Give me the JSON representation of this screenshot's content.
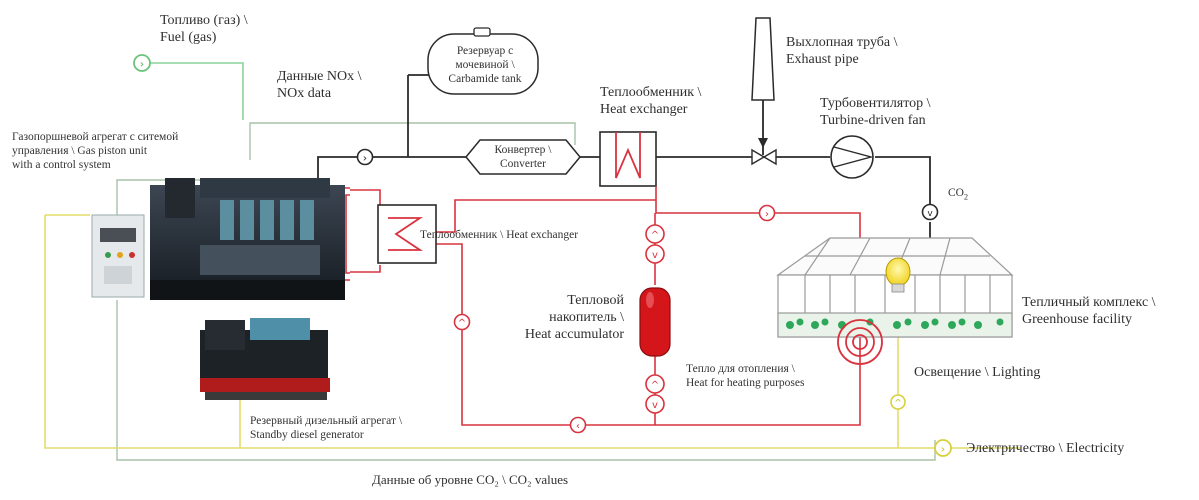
{
  "labels": {
    "fuel_ru": "Топливо (газ) \\",
    "fuel_en": "Fuel (gas)",
    "nox_ru": "Данные NOx \\",
    "nox_en": "NOx data",
    "tank_l1": "Резервуар с",
    "tank_l2": "мочевиной \\",
    "tank_l3": "Carbamide tank",
    "converter_l1": "Конвертер \\",
    "converter_l2": "Converter",
    "hx_top_ru": "Теплообменник \\",
    "hx_top_en": "Heat exchanger",
    "exhaust_ru": "Выхлопная труба \\",
    "exhaust_en": "Exhaust pipe",
    "fan_ru": "Турбовентилятор \\",
    "fan_en": "Turbine-driven fan",
    "co2_mark": "CO",
    "co2_sub": "2",
    "gas_unit_l1": "Газопоршневой агрегат с ситемой",
    "gas_unit_l2": "управления \\ Gas piston unit",
    "gas_unit_l3": "with a control system",
    "hx_mid": "Теплообменник \\ Heat exchanger",
    "accum_l1": "Тепловой",
    "accum_l2": "накопитель \\",
    "accum_l3": "Heat accumulator",
    "heating_l1": "Тепло для отопления \\",
    "heating_l2": "Heat for heating purposes",
    "greenhouse_ru": "Тепличный  комплекс \\",
    "greenhouse_en": "Greenhouse facility",
    "lighting": "Освещение \\ Lighting",
    "diesel_l1": "Резервный дизельный агрегат \\",
    "diesel_l2": "Standby diesel generator",
    "electricity": "Электричество \\ Electricity",
    "co2_values": "Данные об уровне CO₂ \\ CO₂  values"
  },
  "colors": {
    "heat_line": "#d9333f",
    "power_line": "#e8e070",
    "data_line": "#9bbf9b",
    "gas_line": "#7ccf8c",
    "process_line": "#2a2a2a",
    "accumulator": "#d4161b",
    "lamp": "#f2dc1e",
    "plant": "#2da85a"
  }
}
